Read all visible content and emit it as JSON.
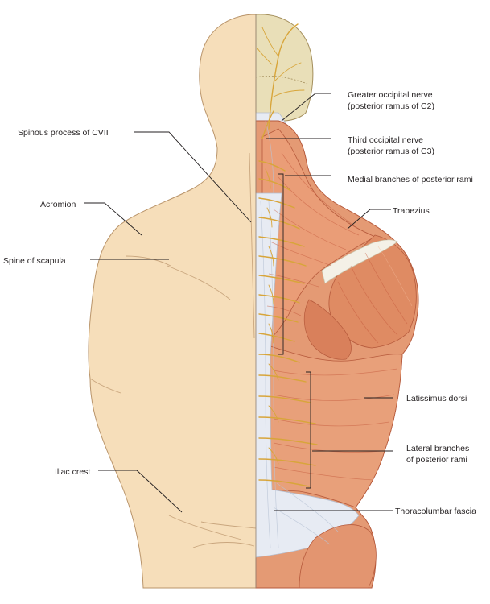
{
  "labels": {
    "greater_occipital_1": "Greater occipital nerve",
    "greater_occipital_2": "(posterior ramus of C2)",
    "spinous_process": "Spinous process of CVII",
    "third_occipital_1": "Third occipital nerve",
    "third_occipital_2": "(posterior ramus of C3)",
    "medial_branches": "Medial branches of posterior rami",
    "acromion": "Acromion",
    "trapezius": "Trapezius",
    "spine_of_scapula": "Spine of scapula",
    "latissimus_dorsi": "Latissimus dorsi",
    "lateral_branches_1": "Lateral branches",
    "lateral_branches_2": "of posterior rami",
    "iliac_crest": "Iliac crest",
    "thoracolumbar_fascia": "Thoracolumbar fascia"
  },
  "colors": {
    "skin": "#f6deba",
    "skin_outline": "#b9946a",
    "muscle": "#e49a74",
    "muscle_dark": "#cd6e4c",
    "fascia": "#e7ebf3",
    "nerve": "#d8a53a",
    "skull": "#e9dfb8"
  }
}
